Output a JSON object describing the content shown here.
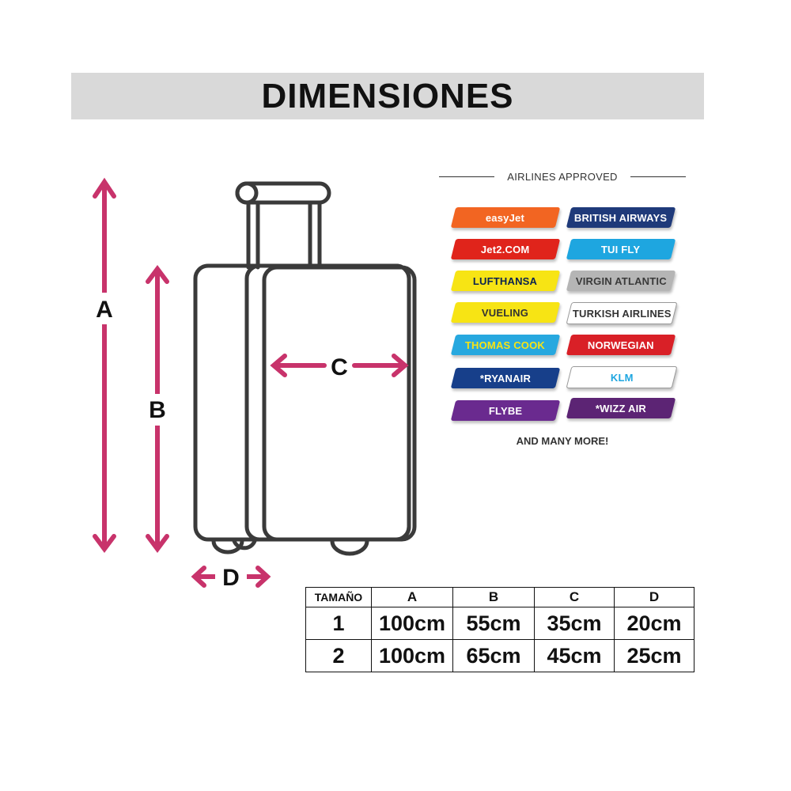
{
  "title": "DIMENSIONES",
  "diagram": {
    "labels": {
      "a": "A",
      "b": "B",
      "c": "C",
      "d": "D"
    },
    "accent_color": "#c8336b",
    "outline_color": "#3a3a3a"
  },
  "airlines": {
    "heading": "AIRLINES APPROVED",
    "footer": "AND MANY MORE!",
    "items": [
      {
        "name": "easyJet",
        "bg": "#f26522",
        "fg": "#ffffff"
      },
      {
        "name": "BRITISH AIRWAYS",
        "bg": "#1f3a7a",
        "fg": "#ffffff"
      },
      {
        "name": "Jet2.COM",
        "bg": "#e0241b",
        "fg": "#ffffff"
      },
      {
        "name": "TUI FLY",
        "bg": "#1ea6e0",
        "fg": "#ffffff"
      },
      {
        "name": "LUFTHANSA",
        "bg": "#f7e414",
        "fg": "#0b2350"
      },
      {
        "name": "VIRGIN ATLANTIC",
        "bg": "#b5b5b5",
        "fg": "#3a3a3a"
      },
      {
        "name": "VUELING",
        "bg": "#f7e414",
        "fg": "#333333"
      },
      {
        "name": "TURKISH AIRLINES",
        "bg": "#ffffff",
        "fg": "#333333"
      },
      {
        "name": "THOMAS COOK",
        "bg": "#27a8df",
        "fg": "#f7e414"
      },
      {
        "name": "NORWEGIAN",
        "bg": "#d92027",
        "fg": "#ffffff"
      },
      {
        "name": "*RYANAIR",
        "bg": "#173f8a",
        "fg": "#ffffff"
      },
      {
        "name": "KLM",
        "bg": "#ffffff",
        "fg": "#1ea6e0"
      },
      {
        "name": "FLYBE",
        "bg": "#6a2a8f",
        "fg": "#ffffff"
      },
      {
        "name": "*WIZZ AIR",
        "bg": "#5c2474",
        "fg": "#ffffff"
      }
    ]
  },
  "table": {
    "headers": [
      "TAMAÑO",
      "A",
      "B",
      "C",
      "D"
    ],
    "rows": [
      [
        "1",
        "100cm",
        "55cm",
        "35cm",
        "20cm"
      ],
      [
        "2",
        "100cm",
        "65cm",
        "45cm",
        "25cm"
      ]
    ]
  }
}
